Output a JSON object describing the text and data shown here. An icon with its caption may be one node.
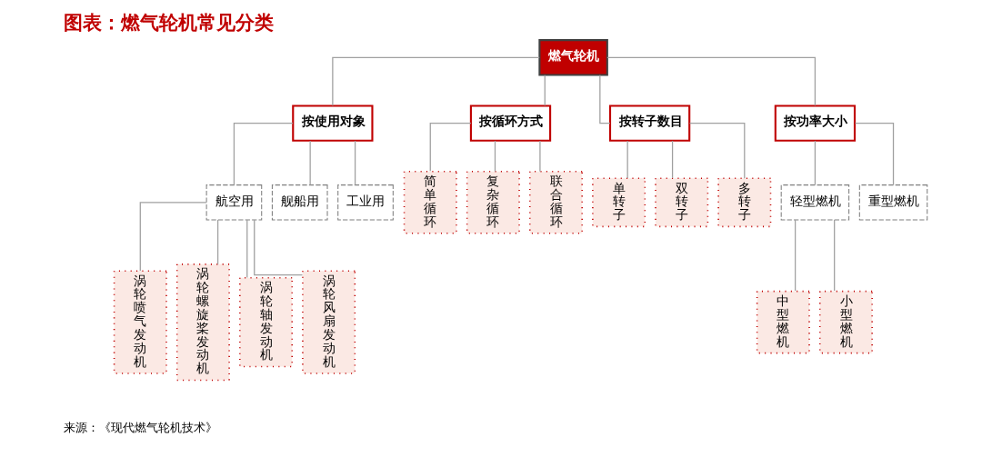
{
  "diagram": {
    "title": "图表：燃气轮机常见分类",
    "caption": "来源：《现代燃气轮机技术》",
    "nodes": [
      {
        "text": [
          "燃气轮机"
        ]
      },
      {
        "text": [
          "按使用对象"
        ]
      },
      {
        "text": [
          "按循环方式"
        ]
      },
      {
        "text": [
          "按转子数目"
        ]
      },
      {
        "text": [
          "按功率大小"
        ]
      },
      {
        "text": [
          "航空用"
        ]
      },
      {
        "text": [
          "舰船用"
        ]
      },
      {
        "text": [
          "工业用"
        ]
      },
      {
        "text": [
          "涡轮喷气发动机"
        ]
      },
      {
        "text": [
          "涡轮螺旋桨发动机"
        ]
      },
      {
        "text": [
          "涡轮轴发动机"
        ]
      },
      {
        "text": [
          "涡轮风扇发动机"
        ]
      },
      {
        "text": [
          "简单循环"
        ]
      },
      {
        "text": [
          "复杂循环"
        ]
      },
      {
        "text": [
          "联合循环"
        ]
      },
      {
        "text": [
          "单转子"
        ]
      },
      {
        "text": [
          "双转子"
        ]
      },
      {
        "text": [
          "多转子"
        ]
      },
      {
        "text": [
          "轻型燃机"
        ]
      },
      {
        "text": [
          "重型燃机"
        ]
      },
      {
        "text": [
          "中型燃机"
        ]
      },
      {
        "text": [
          "小型燃机"
        ]
      }
    ],
    "edges": [
      {
        "from": 0,
        "to": 1,
        "arrow": "none"
      },
      {
        "from": 0,
        "to": 2,
        "arrow": "none"
      },
      {
        "from": 0,
        "to": 3,
        "arrow": "none"
      },
      {
        "from": 0,
        "to": 4,
        "arrow": "none"
      },
      {
        "from": 1,
        "to": 5,
        "arrow": "none"
      },
      {
        "from": 1,
        "to": 6,
        "arrow": "none"
      },
      {
        "from": 1,
        "to": 7,
        "arrow": "none"
      },
      {
        "from": 5,
        "to": 8,
        "arrow": "none"
      },
      {
        "from": 5,
        "to": 9,
        "arrow": "none"
      },
      {
        "from": 5,
        "to": 10,
        "arrow": "none"
      },
      {
        "from": 5,
        "to": 11,
        "arrow": "none"
      },
      {
        "from": 2,
        "to": 12,
        "arrow": "none"
      },
      {
        "from": 2,
        "to": 13,
        "arrow": "none"
      },
      {
        "from": 2,
        "to": 14,
        "arrow": "none"
      },
      {
        "from": 3,
        "to": 15,
        "arrow": "none"
      },
      {
        "from": 3,
        "to": 16,
        "arrow": "none"
      },
      {
        "from": 3,
        "to": 17,
        "arrow": "none"
      },
      {
        "from": 4,
        "to": 18,
        "arrow": "none"
      },
      {
        "from": 4,
        "to": 19,
        "arrow": "none"
      },
      {
        "from": 18,
        "to": 20,
        "arrow": "none"
      },
      {
        "from": 18,
        "to": 21,
        "arrow": "none"
      }
    ]
  }
}
